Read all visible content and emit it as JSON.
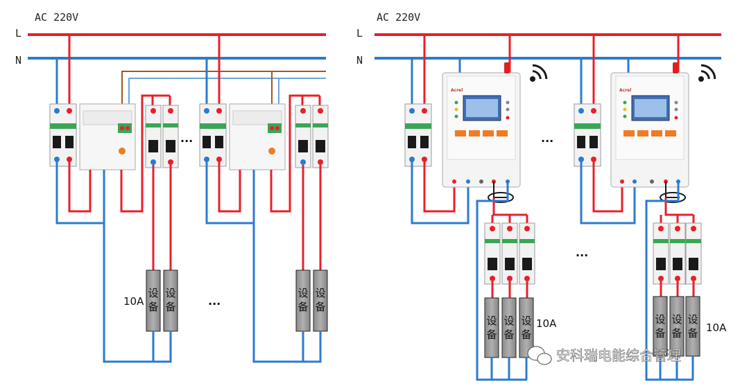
{
  "colors": {
    "live": "#e8202a",
    "neutral": "#2a7bd0",
    "brown": "#9a5a2a",
    "light_blue": "#6aa6dc",
    "device": "#9a9a9a",
    "breaker_body": "#f2f2f2",
    "breaker_handle": "#1a1a1a",
    "brand_green": "#3aa655",
    "monitor_body": "#f4f4f4",
    "monitor_screen": "#3f6fb8",
    "monitor_button": "#f07b22",
    "antenna": "#e02020"
  },
  "supply": {
    "left": "AC  220V",
    "right": "AC  220V"
  },
  "lines": {
    "live": "L",
    "neutral": "N"
  },
  "device_label": "设\n备",
  "current_rating": "10A",
  "ellipsis": "...",
  "monitor_brand": "Acrel",
  "watermark": "安科瑞电能综合管理",
  "icons": [
    "wifi-icon",
    "antenna-icon",
    "wechat-icon"
  ]
}
